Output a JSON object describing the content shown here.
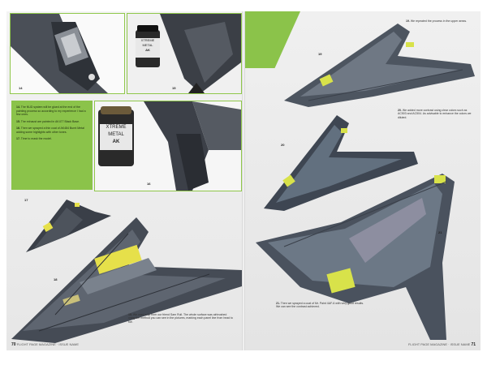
{
  "left_page": {
    "photo_labels": [
      "14",
      "15",
      "16",
      "17",
      "18"
    ],
    "paint_jar_1": {
      "line1": "XTREME",
      "line2": "METAL",
      "brand": "AK"
    },
    "paint_jar_2": {
      "line1": "XTREME",
      "line2": "METAL",
      "brand": "AK"
    },
    "steps": [
      {
        "num": "14.",
        "text": "The NUD system will be glued at the end of the painting process so according to my experience I had a few ones."
      },
      {
        "num": "15.",
        "text": "The exhaust are painted in AK477 Black Base."
      },
      {
        "num": "16.",
        "text": "Then we sprayed a thin coat of AK484 Burnt Metal adding some highlights with other tones."
      },
      {
        "num": "17.",
        "text": "Time to mask the model."
      }
    ],
    "caption_18": {
      "num": "18.",
      "text": "We used a tip from our friend Sam Rull. The whole surface was airbrushed using the method you can see in the pictures, marking each panel line from head to toe."
    },
    "footer": {
      "page": "70",
      "magazine": "FLIGHT PAGE MAGAZINE",
      "issue": "ISSUE NAME"
    }
  },
  "right_page": {
    "photo_labels": [
      "19",
      "20",
      "21"
    ],
    "caption_19": {
      "num": "19.",
      "text": "We repeated the process in the upper areas."
    },
    "caption_20": {
      "num": "20.",
      "text": "We added more contrast using clear colors such as AC503 and AC504. As advisable to enhance the colors we diluted."
    },
    "caption_21": {
      "num": "21.",
      "text": "Then we sprayed a coat of Mr. Paint 4AF-6 with very good results. We can see the contrast achieved."
    },
    "footer": {
      "page": "71",
      "magazine": "FLIGHT PAGE MAGAZINE",
      "issue": "ISSUE NAME"
    }
  },
  "colors": {
    "accent_green": "#8bc34a",
    "aircraft_dark": "#3c4350",
    "mask_yellow": "#e6e04a"
  }
}
